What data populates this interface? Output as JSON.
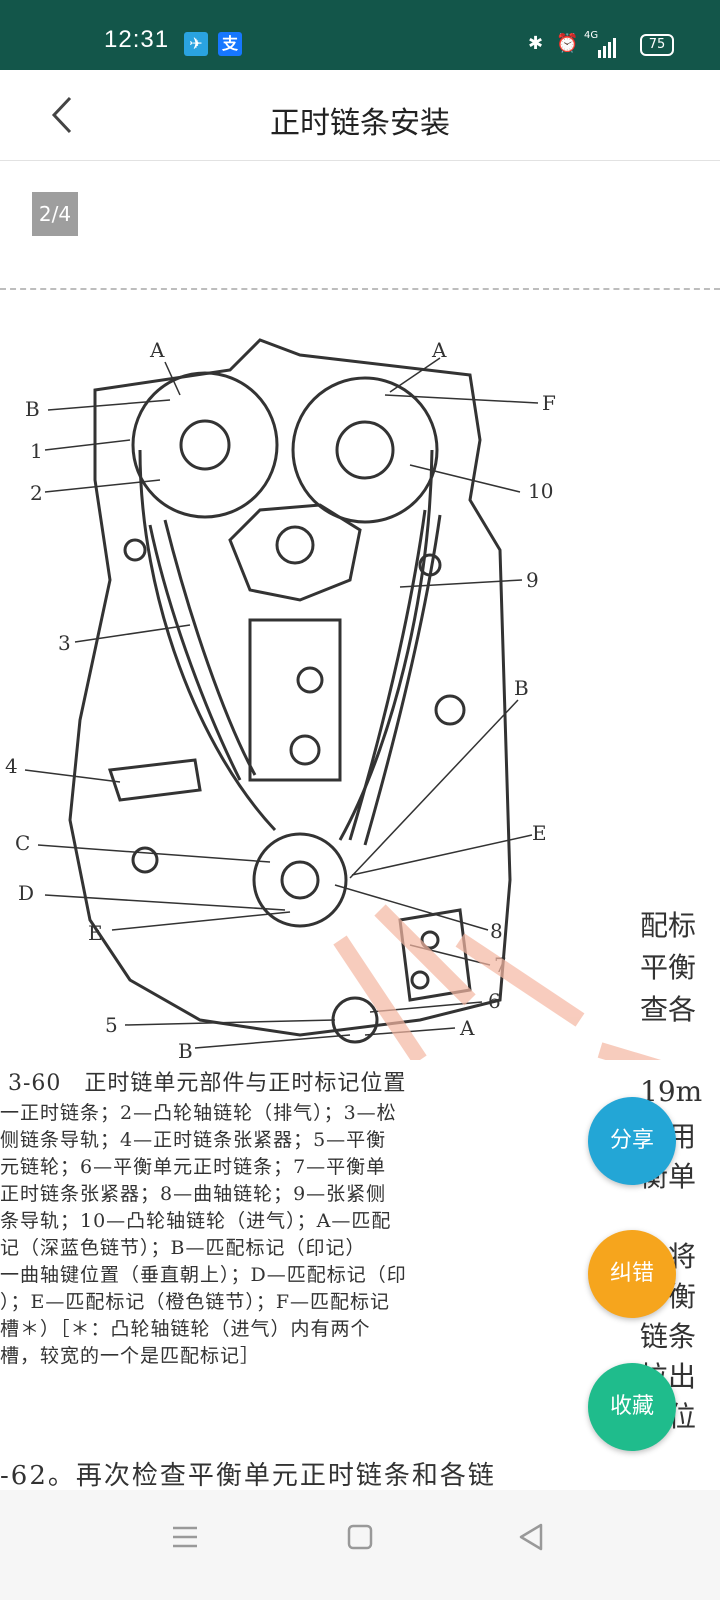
{
  "status_bar": {
    "time": "12:31",
    "network": "4G",
    "battery": "75"
  },
  "header": {
    "title": "正时链条安装"
  },
  "page_indicator": "2/4",
  "figure": {
    "callouts": [
      "A",
      "B",
      "1",
      "2",
      "3",
      "4",
      "C",
      "D",
      "E",
      "5",
      "B",
      "A",
      "F",
      "10",
      "9",
      "B",
      "E",
      "8",
      "7",
      "6",
      "A"
    ],
    "caption_title": "3-60　正时链单元部件与正时标记位置",
    "caption_lines": [
      "一正时链条；2—凸轮轴链轮（排气）；3—松",
      "侧链条导轨；4—正时链条张紧器；5—平衡",
      "元链轮；6—平衡单元正时链条；7—平衡单",
      "正时链条张紧器；8—曲轴链轮；9—张紧侧",
      "条导轨；10—凸轮轴链轮（进气）；A—匹配",
      "记（深蓝色链节）；B—匹配标记（印记）",
      "一曲轴键位置（垂直朝上）；D—匹配标记（印",
      "）；E—匹配标记（橙色链节）；F—匹配标记",
      "槽＊）［＊：凸轮轴链轮（进气）内有两个",
      "槽，较宽的一个是匹配标记］"
    ]
  },
  "right_column_text": [
    "配标",
    "平衡",
    "查各",
    "19m",
    "使用",
    "衡单",
    "曲将",
    "平衡",
    "链条",
    "拉出",
    "装位"
  ],
  "bottom_text": "-62。再次检查平衡单元正时链条和各链",
  "fabs": {
    "share": "分享",
    "fix": "纠错",
    "favorite": "收藏"
  },
  "colors": {
    "status_bar": "#13564a",
    "share": "#23a6d6",
    "fix": "#f6a51d",
    "favorite": "#1fbc8c"
  }
}
